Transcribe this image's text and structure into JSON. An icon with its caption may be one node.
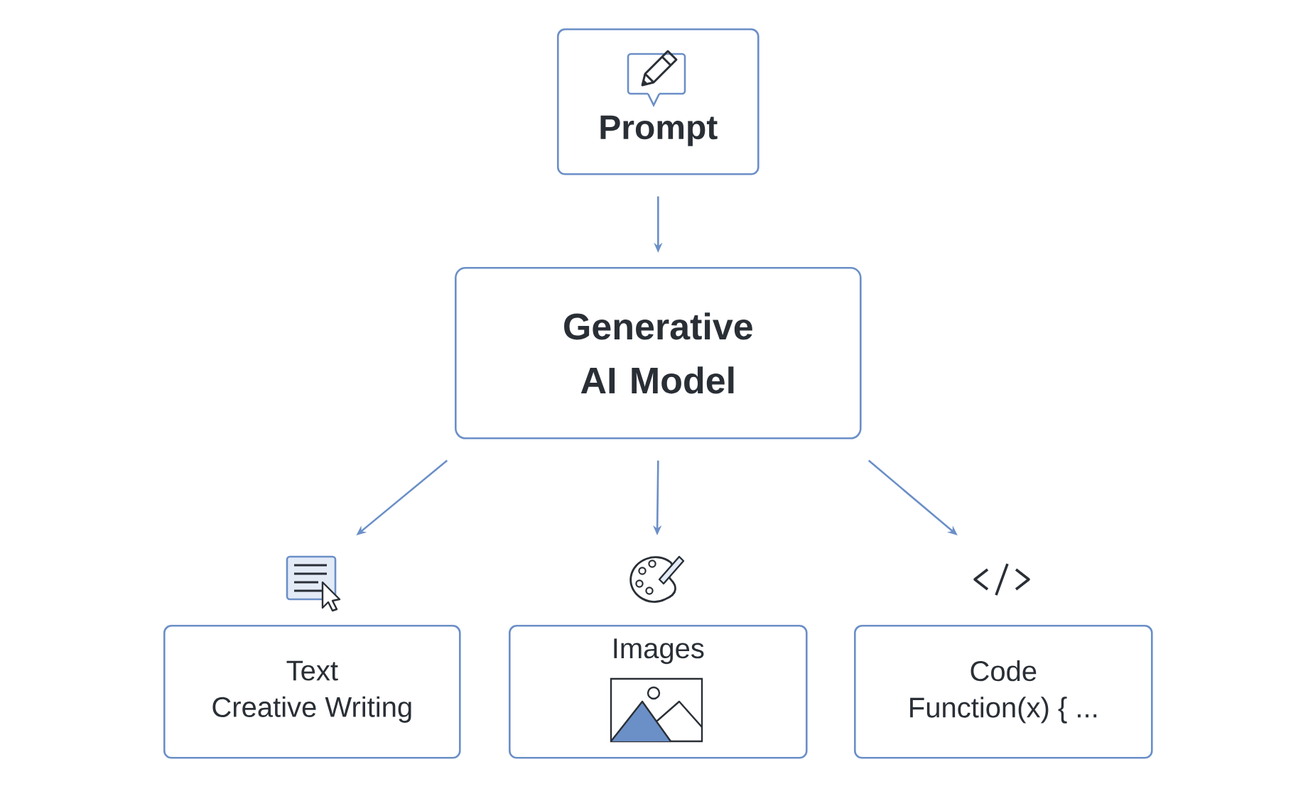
{
  "diagram": {
    "nodes": [
      {
        "text": [
          "Prompt"
        ]
      },
      {
        "text": [
          "Generative AI Model"
        ]
      },
      {
        "text": [
          "Text",
          "Creative Writing"
        ]
      },
      {
        "text": [
          "Images"
        ]
      },
      {
        "text": [
          "Code",
          "Function(x) { ..."
        ]
      }
    ],
    "edges": [
      {
        "from": 0,
        "to": 1,
        "arrow": "to"
      },
      {
        "from": 1,
        "to": 2,
        "arrow": "to"
      },
      {
        "from": 1,
        "to": 3,
        "arrow": "to"
      },
      {
        "from": 1,
        "to": 4,
        "arrow": "to"
      }
    ]
  }
}
